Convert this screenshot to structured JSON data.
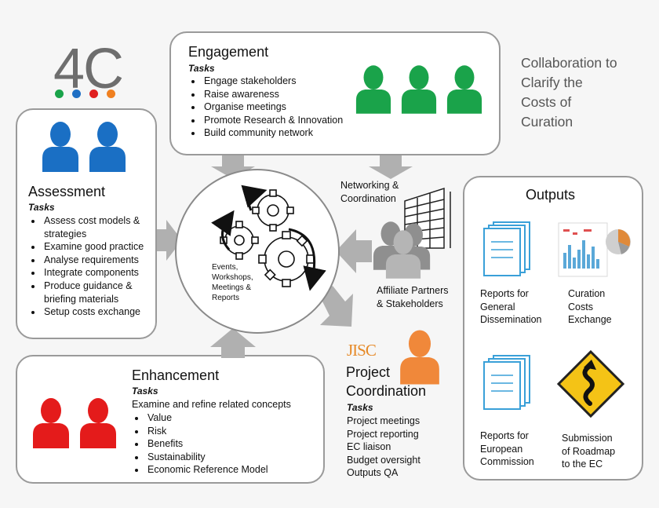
{
  "logo": {
    "text": "4C",
    "dots": [
      "#1aa34a",
      "#1f6fc4",
      "#e02020",
      "#f08020"
    ]
  },
  "side_title": [
    "Collaboration to",
    "Clarify the",
    "Costs of",
    "Curation"
  ],
  "engagement": {
    "title": "Engagement",
    "tasks_label": "Tasks",
    "items": [
      "Engage stakeholders",
      "Raise awareness",
      "Organise meetings",
      "Promote Research & Innovation",
      "Build community network"
    ],
    "color": "#1aa34a"
  },
  "assessment": {
    "title": "Assessment",
    "tasks_label": "Tasks",
    "items": [
      "Assess cost models & strategies",
      "Examine good practice",
      "Analyse requirements",
      "Integrate components",
      "Produce guidance & briefing materials",
      "Setup costs exchange"
    ],
    "color": "#1a6fc4"
  },
  "enhancement": {
    "title": "Enhancement",
    "tasks_label": "Tasks",
    "intro": "Examine and refine related concepts",
    "items": [
      "Value",
      "Risk",
      "Benefits",
      "Sustainability",
      "Economic Reference Model"
    ],
    "color": "#e41b1b"
  },
  "center": {
    "label": [
      "Events,",
      "Workshops,",
      "Meetings &",
      "Reports"
    ]
  },
  "networking": {
    "label": [
      "Networking &",
      "Coordination"
    ]
  },
  "affiliates": {
    "label": [
      "Affiliate Partners",
      "& Stakeholders"
    ]
  },
  "project": {
    "logo": "JISC",
    "title": [
      "Project",
      "Coordination"
    ],
    "tasks_label": "Tasks",
    "items": [
      "Project meetings",
      "Project reporting",
      "EC liaison",
      "Budget oversight",
      "Outputs QA"
    ],
    "color": "#f0883a"
  },
  "outputs": {
    "title": "Outputs",
    "items": [
      {
        "label": [
          "Reports for",
          "General",
          "Dissemination"
        ]
      },
      {
        "label": [
          "Curation",
          "Costs",
          "Exchange"
        ]
      },
      {
        "label": [
          "Reports for",
          "European",
          "Commission"
        ]
      },
      {
        "label": [
          "Submission",
          "of Roadmap",
          "to the EC"
        ]
      }
    ]
  }
}
